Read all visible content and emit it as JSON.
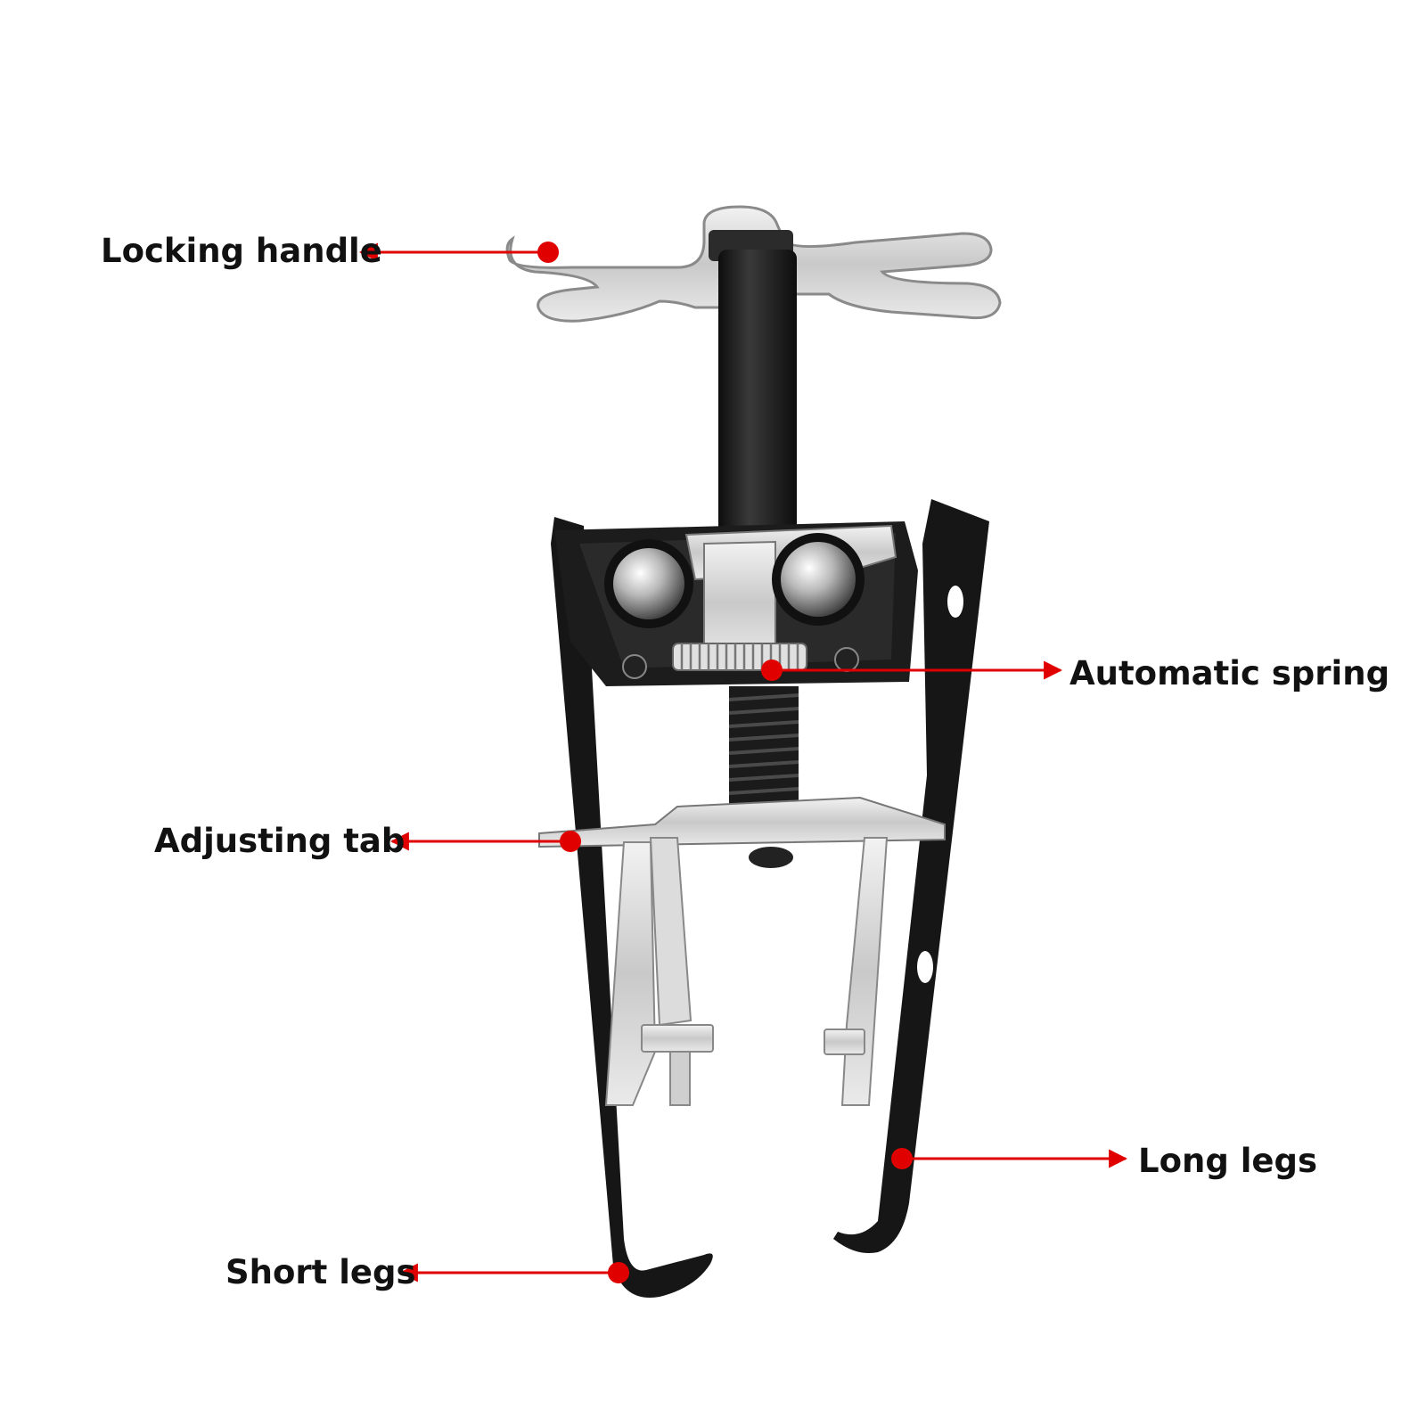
{
  "colors": {
    "background": "#ffffff",
    "metal_black": "#1a1a1a",
    "metal_silver": "#d4d4d4",
    "callout_red": "#e00000",
    "label_text": "#111111"
  },
  "callouts": {
    "locking_handle": "Locking handle",
    "automatic_spring": "Automatic spring",
    "adjusting_tab": "Adjusting tab",
    "long_legs": "Long legs",
    "short_legs": "Short legs"
  }
}
